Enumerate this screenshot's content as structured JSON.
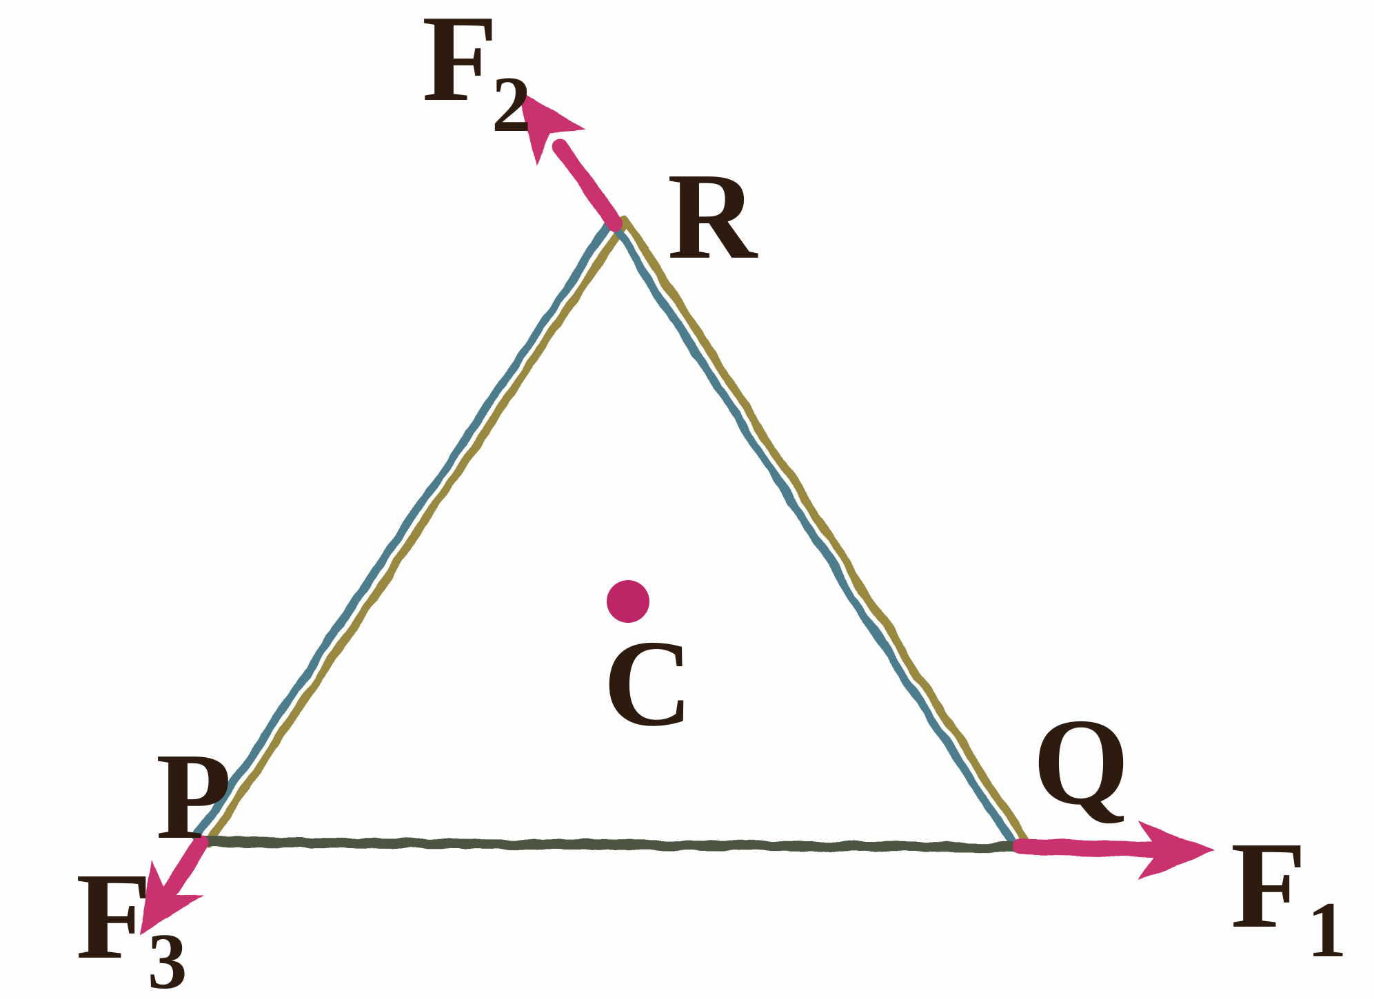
{
  "labels": {
    "vertex_r": "R",
    "vertex_p": "P",
    "vertex_q": "Q",
    "centroid": "C",
    "force1": {
      "main": "F",
      "sub": "1"
    },
    "force2": {
      "main": "F",
      "sub": "2"
    },
    "force3": {
      "main": "F",
      "sub": "3"
    }
  },
  "colors": {
    "background": "#fefefe",
    "label_text": "#2d1b10",
    "force_arrow": "#c9306e",
    "centroid_dot": "#bd2566",
    "side_teal": "#4e7d8c",
    "side_olive": "#998840",
    "base_line": "#4c5542"
  }
}
